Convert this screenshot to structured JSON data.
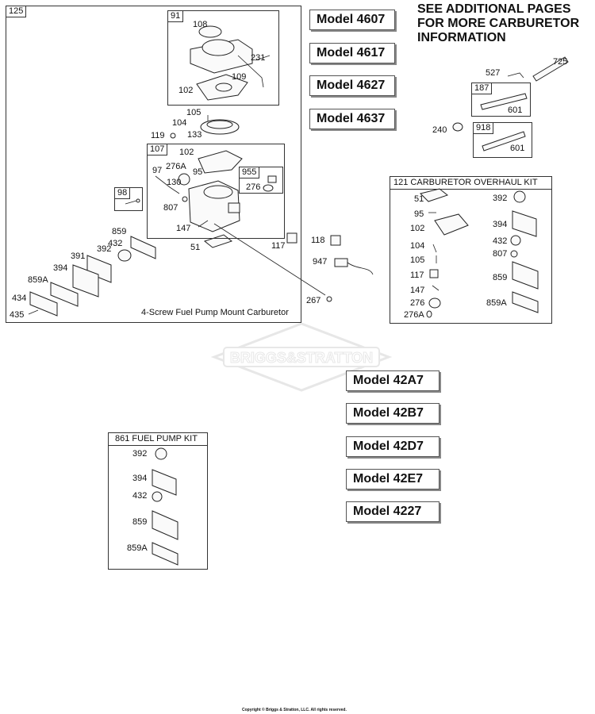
{
  "note": {
    "lines": [
      "SEE ADDITIONAL PAGES",
      "FOR MORE CARBURETOR",
      "INFORMATION"
    ]
  },
  "models_top": [
    "Model 4607",
    "Model 4617",
    "Model 4627",
    "Model 4637"
  ],
  "models_bottom": [
    "Model 42A7",
    "Model 42B7",
    "Model 42D7",
    "Model 42E7",
    "Model 4227"
  ],
  "main_box": {
    "id": "125",
    "caption": "4-Screw Fuel Pump Mount Carburetor",
    "subassemblies": [
      "91",
      "107",
      "955",
      "98"
    ]
  },
  "callouts": {
    "p108": "108",
    "p231": "231",
    "p109": "109",
    "p102a": "102",
    "p105": "105",
    "p104": "104",
    "p133": "133",
    "p119": "119",
    "p102b": "102",
    "p97": "97",
    "p276A": "276A",
    "p95": "95",
    "p130": "130",
    "p276": "276",
    "p807": "807",
    "p147": "147",
    "p51": "51",
    "p117": "117",
    "p859": "859",
    "p432": "432",
    "p391": "391",
    "p392": "392",
    "p394": "394",
    "p859A": "859A",
    "p434": "434",
    "p435": "435",
    "p118": "118",
    "p947": "947",
    "p267": "267",
    "p527": "527",
    "p725": "725",
    "p187": "187",
    "p601a": "601",
    "p240": "240",
    "p918": "918",
    "p601b": "601"
  },
  "overhaul_kit": {
    "title": "121 CARBURETOR OVERHAUL KIT",
    "left": [
      "51",
      "95",
      "102",
      "104",
      "105",
      "117",
      "147",
      "276",
      "276A"
    ],
    "right": [
      "392",
      "394",
      "432",
      "807",
      "859",
      "859A"
    ]
  },
  "fuel_pump_kit": {
    "title": "861 FUEL PUMP KIT",
    "items": [
      "392",
      "394",
      "432",
      "859",
      "859A"
    ]
  },
  "watermark": "BRIGGS&STRATTON",
  "copyright": "Copyright © Briggs & Stratton, LLC. All rights reserved."
}
